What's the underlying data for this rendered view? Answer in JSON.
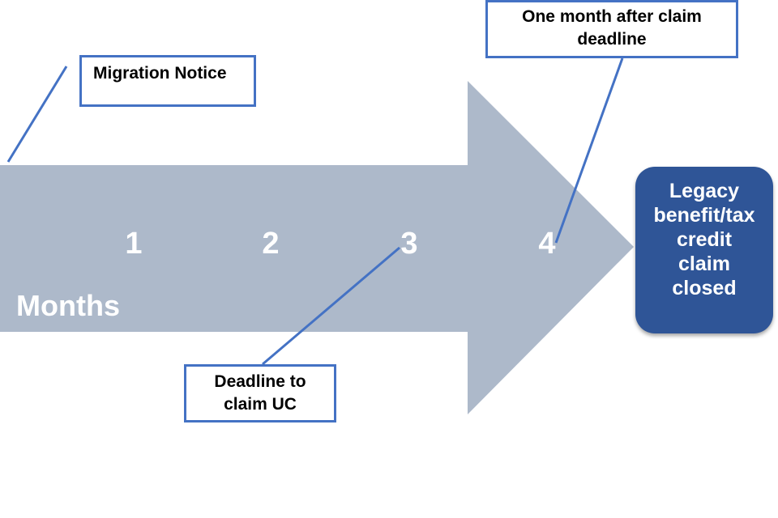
{
  "timeline": {
    "axis_title": "Months",
    "months": [
      "1",
      "2",
      "3",
      "4"
    ]
  },
  "callouts": {
    "migration_notice": "Migration Notice",
    "one_month_after": [
      "One month after claim",
      "deadline"
    ],
    "deadline_to_claim": [
      "Deadline to",
      "claim UC"
    ]
  },
  "end_box": {
    "lines": [
      "Legacy",
      "benefit/tax",
      "credit",
      "claim",
      "closed"
    ]
  },
  "colors": {
    "arrow": "#adb9ca",
    "callout_border": "#4472c4",
    "end_box": "#2f5597"
  }
}
